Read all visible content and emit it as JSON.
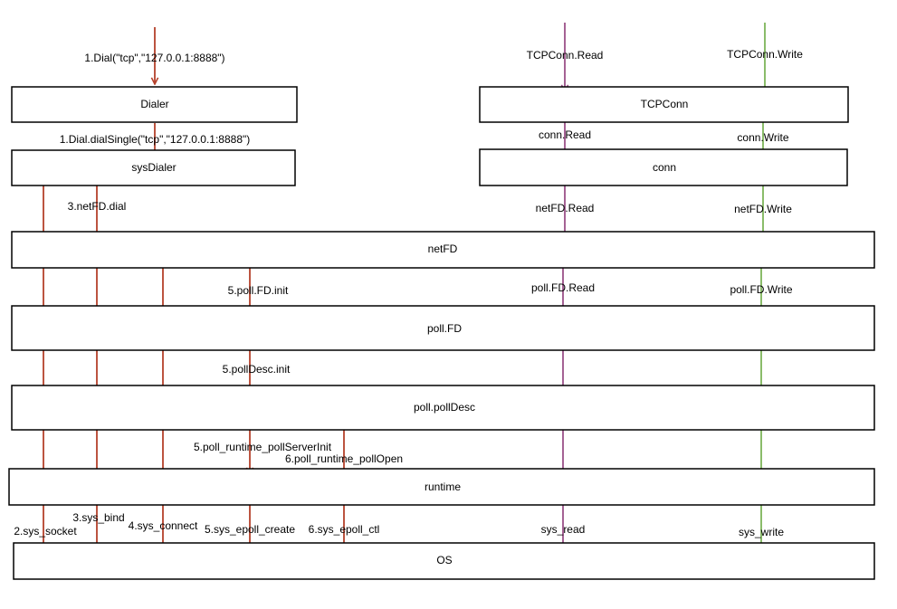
{
  "colors": {
    "dial": "#b5412b",
    "read": "#9b5089",
    "write": "#7db45a",
    "box_border": "#000000"
  },
  "boxes": {
    "dialer": "Dialer",
    "sysdialer": "sysDialer",
    "tcpconn": "TCPConn",
    "conn": "conn",
    "netfd": "netFD",
    "pollfd": "poll.FD",
    "polldesc": "poll.pollDesc",
    "runtime": "runtime",
    "os": "OS"
  },
  "edges": {
    "dial": "1.Dial(\"tcp\",\"127.0.0.1:8888\")",
    "dial_single": "1.Dial.dialSingle(\"tcp\",\"127.0.0.1:8888\")",
    "netfd_dial": "3.netFD.dial",
    "sys_socket": "2.sys_socket",
    "sys_bind": "3.sys_bind",
    "sys_connect": "4.sys_connect",
    "poll_fd_init": "5.poll.FD.init",
    "polldesc_init": "5.pollDesc.init",
    "poll_server_init": "5.poll_runtime_pollServerInit",
    "poll_open": "6.poll_runtime_pollOpen",
    "sys_epoll_create": "5.sys_epoll_create",
    "sys_epoll_ctl": "6.sys_epoll_ctl",
    "tcpconn_read": "TCPConn.Read",
    "conn_read": "conn.Read",
    "netfd_read": "netFD.Read",
    "pollfd_read": "poll.FD.Read",
    "sys_read": "sys_read",
    "tcpconn_write": "TCPConn.Write",
    "conn_write": "conn.Write",
    "netfd_write": "netFD.Write",
    "pollfd_write": "poll.FD.Write",
    "sys_write": "sys_write"
  }
}
